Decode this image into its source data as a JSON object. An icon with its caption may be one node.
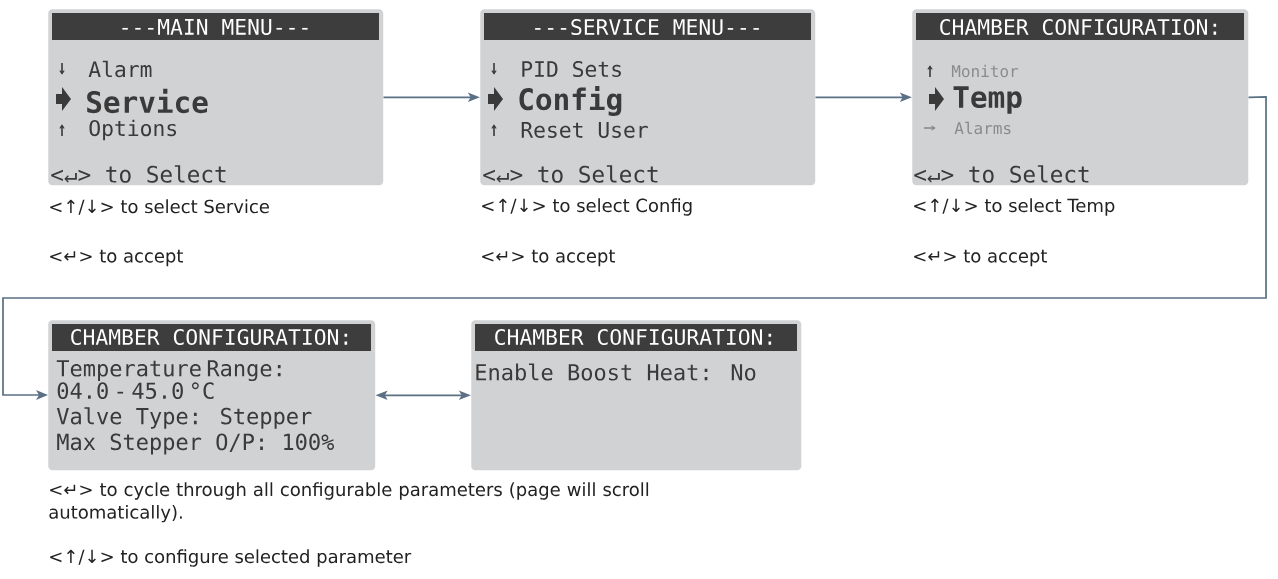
{
  "diagram": {
    "nodes": [
      {
        "text": [
          "---MAIN MENU---",
          "Alarm",
          "Service",
          "Options",
          "<↵> to Select"
        ],
        "beside": [
          "<↑/↓> to select Service",
          "<↵> to accept"
        ]
      },
      {
        "text": [
          "---SERVICE MENU---",
          "PID Sets",
          "Config",
          "Reset User",
          "<↵> to Select"
        ],
        "beside": [
          "<↑/↓> to select Config",
          "<↵> to accept"
        ]
      },
      {
        "text": [
          "CHAMBER CONFIGURATION:",
          "Monitor",
          "Temp",
          "Alarms",
          "<↵> to Select"
        ],
        "beside": [
          "<↑/↓> to select Temp",
          "<↵> to accept"
        ]
      },
      {
        "text": [
          "CHAMBER CONFIGURATION:",
          "Temperature Range: 04.0 - 45.0 °C",
          "Valve Type: Stepper",
          "Max Stepper O/P: 100%"
        ],
        "beside": [
          "<↵> to cycle through all configurable parameters (page will scroll automatically).",
          "<↑/↓> to configure selected parameter"
        ]
      },
      {
        "text": [
          "CHAMBER CONFIGURATION:",
          "Enable Boost Heat: No"
        ]
      }
    ],
    "edges": [
      {
        "from": 0,
        "to": 1,
        "arrow": "to"
      },
      {
        "from": 1,
        "to": 2,
        "arrow": "to"
      },
      {
        "from": 2,
        "to": 3,
        "arrow": "to"
      },
      {
        "from": 3,
        "to": 4,
        "arrow": "both"
      }
    ]
  }
}
